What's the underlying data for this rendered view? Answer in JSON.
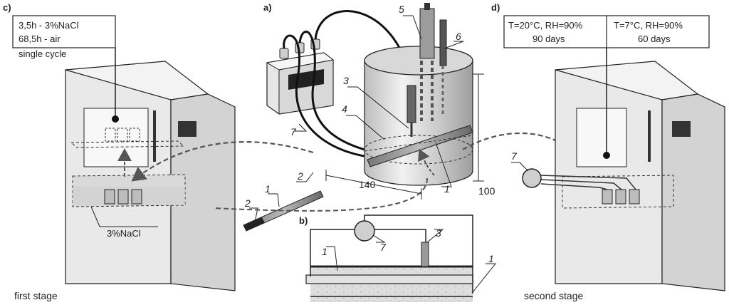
{
  "panels": {
    "a": "a)",
    "b": "b)",
    "c": "c)",
    "d": "d)"
  },
  "panel_c": {
    "box_line1": "3,5h   - 3%NaCl",
    "box_line2": "68,5h - air",
    "cycle_label": "single cycle",
    "solution_label": "3%NaCl",
    "stage_label": "first stage"
  },
  "panel_d": {
    "box_left_line1": "T=20°C, RH=90%",
    "box_left_line2": "90 days",
    "box_right_line1": "T=7°C, RH=90%",
    "box_right_line2": "60 days",
    "stage_label": "second stage"
  },
  "panel_a": {
    "dim_length": "100",
    "dim_height": "140"
  },
  "part_numbers": {
    "a_top_electrode": "5",
    "a_side_electrode": "6",
    "a_reference": "3",
    "a_specimen_plane": "4",
    "a_bar": "1",
    "a_meter": "7",
    "a_bar_end": "2",
    "loose_bar": "1",
    "loose_bar_end": "2",
    "b_meter": "7",
    "b_reference": "3",
    "b_bar": "1",
    "b_bar_end": "1",
    "d_meter": "7"
  },
  "colors": {
    "line": "#222222",
    "cabinet_fill": "#e8e8e8",
    "cabinet_side": "#d2d2d2",
    "concrete": "#dcdcdc",
    "solution": "#d6d6d6",
    "arrow": "#555555"
  }
}
